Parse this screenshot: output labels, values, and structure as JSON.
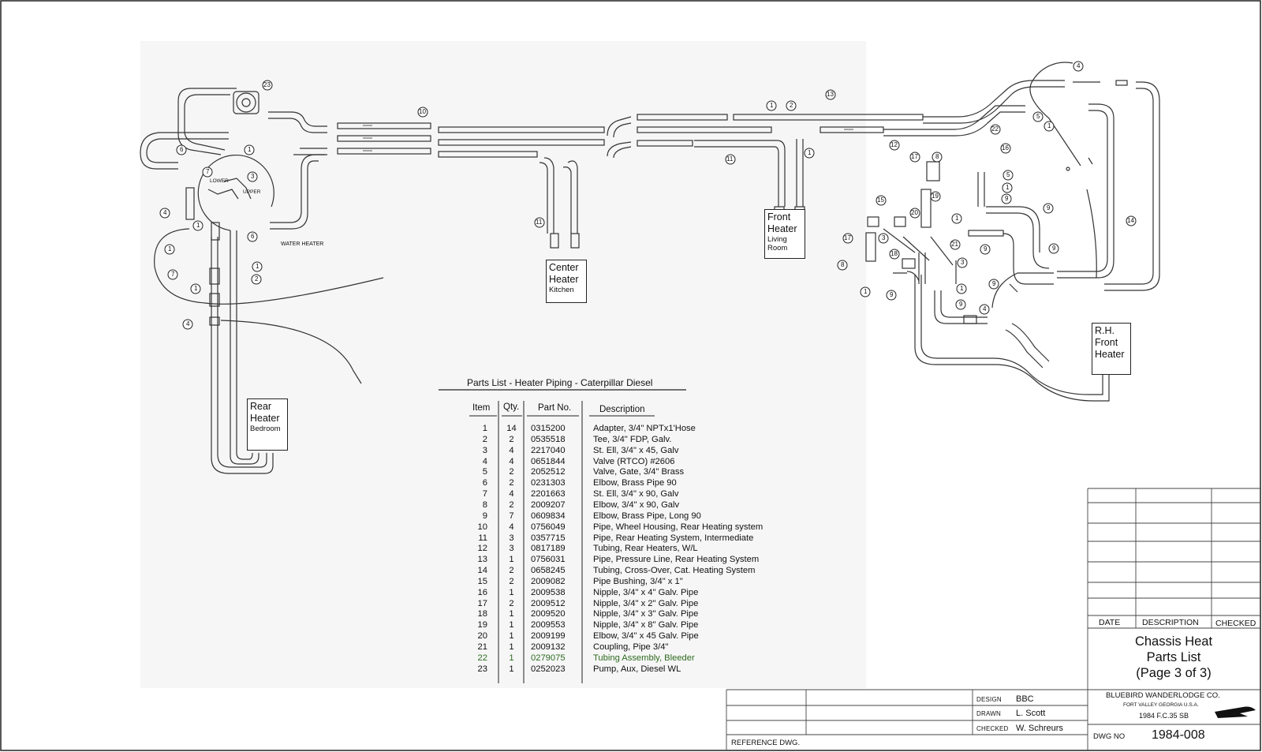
{
  "heaters": [
    {
      "name": "Rear",
      "name2": "Heater",
      "room": "Bedroom"
    },
    {
      "name": "Center",
      "name2": "Heater",
      "room": "Kitchen"
    },
    {
      "name": "Front",
      "name2": "Heater",
      "room": "Living\nRoom"
    },
    {
      "name": "R.H.",
      "name2": "Front",
      "room": "Heater"
    }
  ],
  "annotations": {
    "water_heater": "WATER HEATER",
    "lower": "LOWER",
    "upper": "UPPER"
  },
  "parts_list": {
    "title": "Parts List - Heater Piping - Caterpillar Diesel",
    "headers": {
      "item": "Item",
      "qty": "Qty.",
      "part": "Part No.",
      "desc": "Description"
    },
    "rows": [
      {
        "item": "1",
        "qty": "14",
        "part": "0315200",
        "desc": "Adapter, 3/4\" NPTx1'Hose"
      },
      {
        "item": "2",
        "qty": "2",
        "part": "0535518",
        "desc": "Tee, 3/4\" FDP, Galv."
      },
      {
        "item": "3",
        "qty": "4",
        "part": "2217040",
        "desc": "St. Ell, 3/4\" x 45, Galv"
      },
      {
        "item": "4",
        "qty": "4",
        "part": "0651844",
        "desc": "Valve (RTCO) #2606"
      },
      {
        "item": "5",
        "qty": "2",
        "part": "2052512",
        "desc": "Valve, Gate, 3/4\" Brass"
      },
      {
        "item": "6",
        "qty": "2",
        "part": "0231303",
        "desc": "Elbow, Brass Pipe 90"
      },
      {
        "item": "7",
        "qty": "4",
        "part": "2201663",
        "desc": "St. Ell, 3/4\" x 90, Galv"
      },
      {
        "item": "8",
        "qty": "2",
        "part": "2009207",
        "desc": "Elbow, 3/4\" x 90, Galv"
      },
      {
        "item": "9",
        "qty": "7",
        "part": "0609834",
        "desc": "Elbow, Brass Pipe, Long 90"
      },
      {
        "item": "10",
        "qty": "4",
        "part": "0756049",
        "desc": "Pipe, Wheel Housing, Rear Heating system"
      },
      {
        "item": "11",
        "qty": "3",
        "part": "0357715",
        "desc": "Pipe, Rear Heating System, Intermediate"
      },
      {
        "item": "12",
        "qty": "3",
        "part": "0817189",
        "desc": "Tubing, Rear Heaters, W/L"
      },
      {
        "item": "13",
        "qty": "1",
        "part": "0756031",
        "desc": "Pipe, Pressure Line, Rear Heating System"
      },
      {
        "item": "14",
        "qty": "2",
        "part": "0658245",
        "desc": "Tubing, Cross-Over, Cat. Heating System"
      },
      {
        "item": "15",
        "qty": "2",
        "part": "2009082",
        "desc": "Pipe Bushing, 3/4\" x 1\""
      },
      {
        "item": "16",
        "qty": "1",
        "part": "2009538",
        "desc": "Nipple, 3/4\" x 4\" Galv. Pipe"
      },
      {
        "item": "17",
        "qty": "2",
        "part": "2009512",
        "desc": "Nipple, 3/4\" x 2\" Galv. Pipe"
      },
      {
        "item": "18",
        "qty": "1",
        "part": "2009520",
        "desc": "Nipple, 3/4\" x 3\" Galv. Pipe"
      },
      {
        "item": "19",
        "qty": "1",
        "part": "2009553",
        "desc": "Nipple, 3/4\" x 8\" Galv. Pipe"
      },
      {
        "item": "20",
        "qty": "1",
        "part": "2009199",
        "desc": "Elbow, 3/4\" x 45 Galv. Pipe"
      },
      {
        "item": "21",
        "qty": "1",
        "part": "2009132",
        "desc": "Coupling, Pipe 3/4\""
      },
      {
        "item": "22",
        "qty": "1",
        "part": "0279075",
        "desc": "Tubing Assembly, Bleeder"
      },
      {
        "item": "23",
        "qty": "1",
        "part": "0252023",
        "desc": "Pump, Aux, Diesel WL"
      }
    ]
  },
  "title_block": {
    "rev_headers": {
      "date": "DATE",
      "description": "DESCRIPTION",
      "checked": "CHECKED"
    },
    "title_lines": [
      "Chassis Heat",
      "Parts List",
      "(Page 3 of 3)"
    ],
    "roles": [
      {
        "role": "DESIGN",
        "name": "BBC"
      },
      {
        "role": "DRAWN",
        "name": "L. Scott"
      },
      {
        "role": "CHECKED",
        "name": "W. Schreurs"
      }
    ],
    "company": "BLUEBIRD WANDERLODGE CO.",
    "location": "FORT VALLEY GEORGIA U.S.A.",
    "model": "1984 F.C.35 SB",
    "dwg_no_label": "DWG NO",
    "dwg_no": "1984-008",
    "reference_label": "REFERENCE DWG."
  },
  "callouts": [
    "1",
    "2",
    "3",
    "4",
    "5",
    "6",
    "7",
    "8",
    "9",
    "10",
    "11",
    "12",
    "13",
    "14",
    "15",
    "16",
    "17",
    "18",
    "19",
    "20",
    "21",
    "22",
    "23"
  ]
}
